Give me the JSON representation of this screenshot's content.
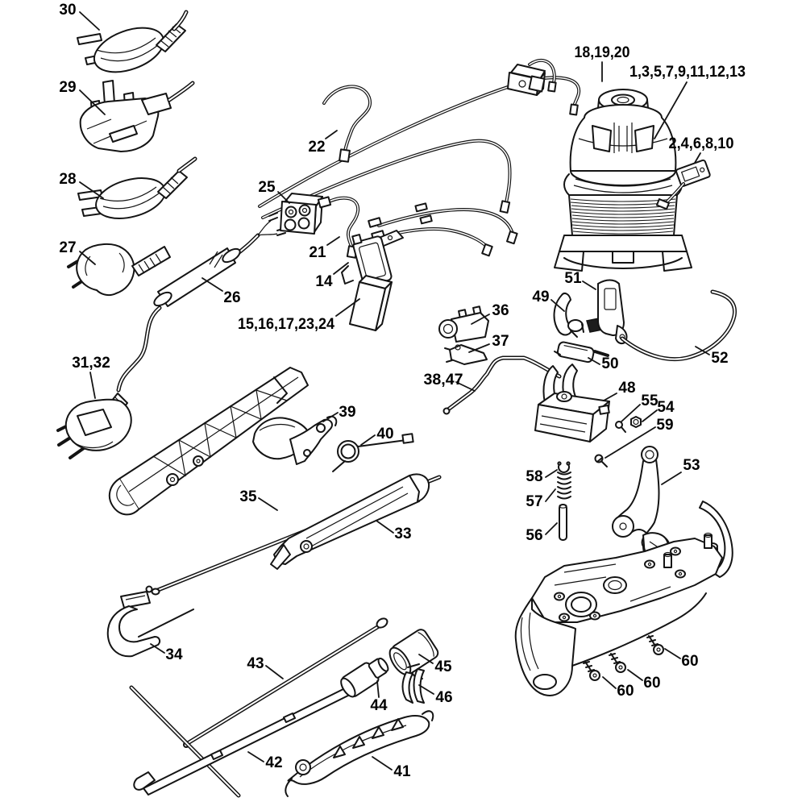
{
  "diagram": {
    "figure_type": "exploded-parts-diagram",
    "background_color": "#ffffff",
    "line_color": "#141414",
    "label_color": "#000000",
    "callouts": [
      {
        "id": "30",
        "label": "30"
      },
      {
        "id": "29",
        "label": "29"
      },
      {
        "id": "28",
        "label": "28"
      },
      {
        "id": "27",
        "label": "27"
      },
      {
        "id": "31-32",
        "label": "31,32"
      },
      {
        "id": "26",
        "label": "26"
      },
      {
        "id": "22",
        "label": "22"
      },
      {
        "id": "25",
        "label": "25"
      },
      {
        "id": "21",
        "label": "21"
      },
      {
        "id": "14",
        "label": "14"
      },
      {
        "id": "15-16-17-23-24",
        "label": "15,16,17,23,24"
      },
      {
        "id": "18-19-20",
        "label": "18,19,20"
      },
      {
        "id": "1-3-5-7-9-11-12-13",
        "label": "1,3,5,7,9,11,12,13"
      },
      {
        "id": "2-4-6-8-10",
        "label": "2,4,6,8,10"
      },
      {
        "id": "36",
        "label": "36"
      },
      {
        "id": "37",
        "label": "37"
      },
      {
        "id": "49",
        "label": "49"
      },
      {
        "id": "51",
        "label": "51"
      },
      {
        "id": "50",
        "label": "50"
      },
      {
        "id": "52",
        "label": "52"
      },
      {
        "id": "38-47",
        "label": "38,47"
      },
      {
        "id": "48",
        "label": "48"
      },
      {
        "id": "55",
        "label": "55"
      },
      {
        "id": "54",
        "label": "54"
      },
      {
        "id": "59",
        "label": "59"
      },
      {
        "id": "58",
        "label": "58"
      },
      {
        "id": "57",
        "label": "57"
      },
      {
        "id": "56",
        "label": "56"
      },
      {
        "id": "53",
        "label": "53"
      },
      {
        "id": "39",
        "label": "39"
      },
      {
        "id": "40",
        "label": "40"
      },
      {
        "id": "35",
        "label": "35"
      },
      {
        "id": "33",
        "label": "33"
      },
      {
        "id": "34",
        "label": "34"
      },
      {
        "id": "43",
        "label": "43"
      },
      {
        "id": "44",
        "label": "44"
      },
      {
        "id": "45",
        "label": "45"
      },
      {
        "id": "46",
        "label": "46"
      },
      {
        "id": "42",
        "label": "42"
      },
      {
        "id": "41",
        "label": "41"
      },
      {
        "id": "60-a",
        "label": "60"
      },
      {
        "id": "60-b",
        "label": "60"
      },
      {
        "id": "60-c",
        "label": "60"
      }
    ]
  }
}
